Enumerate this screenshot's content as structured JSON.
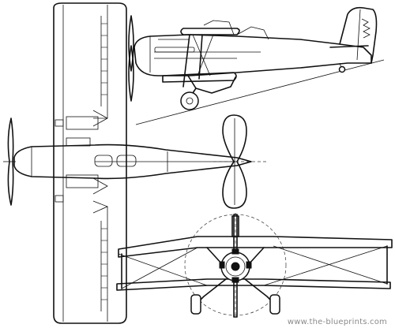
{
  "watermark": {
    "text": "www.the-blueprints.com"
  },
  "views": [
    "side-view",
    "top-view",
    "front-view"
  ],
  "colors": {
    "line": "#111111",
    "background": "#ffffff",
    "watermark": "#8a8a8a"
  }
}
